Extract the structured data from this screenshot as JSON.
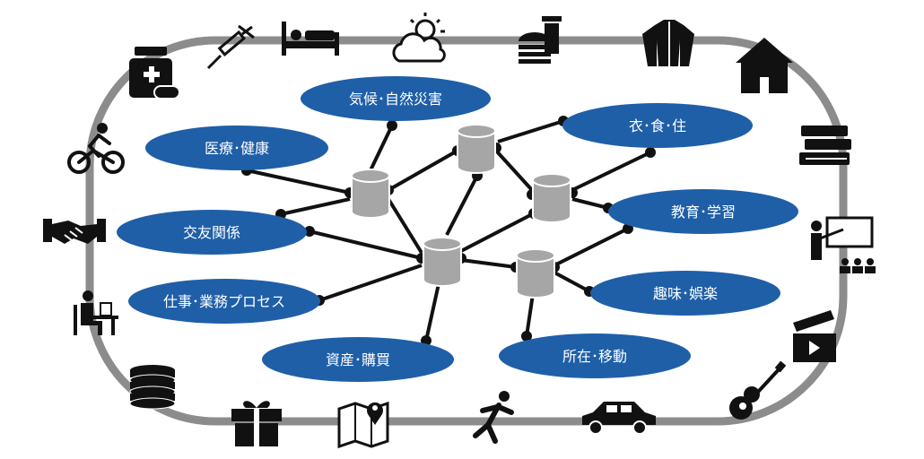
{
  "colors": {
    "ellipse": "#1f5fa8",
    "track": "#8c8c8c",
    "db": "#a6a6a6",
    "line": "#111111",
    "icon": "#111111"
  },
  "categories": {
    "kikou": "気候･自然災害",
    "iryou": "医療･健康",
    "koyu": "交友関係",
    "shigoto": "仕事･業務プロセス",
    "shisan": "資産･購買",
    "ishokuju": "衣･食･住",
    "kyouiku": "教育･学習",
    "shumi": "趣味･娯楽",
    "shozai": "所在･移動"
  },
  "icons": [
    "medicine-icon",
    "syringe-icon",
    "bed-icon",
    "weather-icon",
    "fast-food-icon",
    "jacket-icon",
    "house-icon",
    "books-icon",
    "teacher-icon",
    "clapperboard-icon",
    "guitar-icon",
    "car-icon",
    "runner-icon",
    "map-icon",
    "gift-icon",
    "coins-icon",
    "desk-worker-icon",
    "handshake-icon",
    "cyclist-icon"
  ]
}
